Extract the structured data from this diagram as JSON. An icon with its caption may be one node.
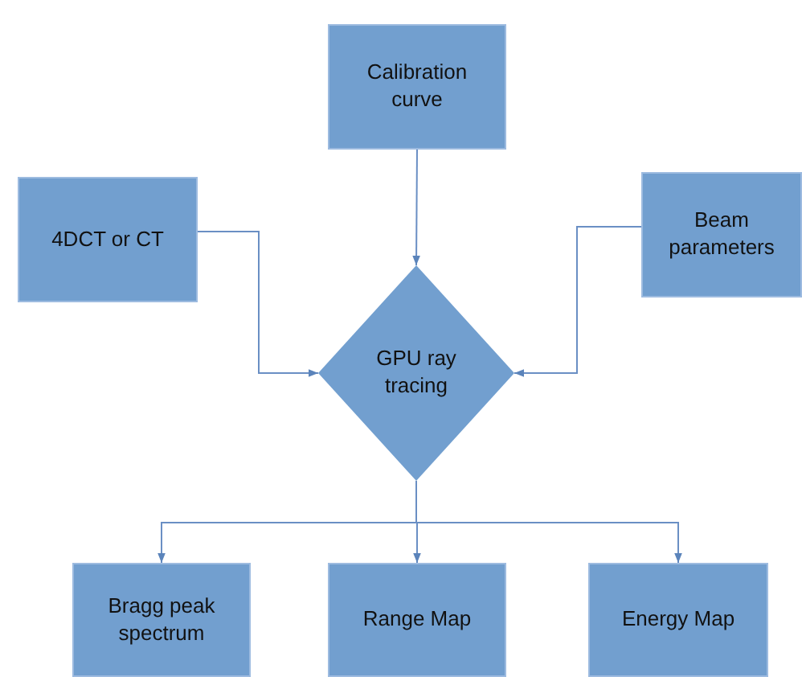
{
  "diagram": {
    "nodes": [
      {
        "text": [
          "Calibration curve"
        ]
      },
      {
        "text": [
          "4DCT or CT"
        ]
      },
      {
        "text": [
          "Beam parameters"
        ]
      },
      {
        "text": [
          "GPU ray tracing"
        ]
      },
      {
        "text": [
          "Bragg peak spectrum"
        ]
      },
      {
        "text": [
          "Range Map"
        ]
      },
      {
        "text": [
          "Energy Map"
        ]
      }
    ],
    "edges": [
      {
        "from": 0,
        "to": 3,
        "arrow": "to"
      },
      {
        "from": 1,
        "to": 3,
        "arrow": "to"
      },
      {
        "from": 2,
        "to": 3,
        "arrow": "to"
      },
      {
        "from": 3,
        "to": 4,
        "arrow": "to"
      },
      {
        "from": 3,
        "to": 5,
        "arrow": "to"
      },
      {
        "from": 3,
        "to": 6,
        "arrow": "to"
      }
    ]
  }
}
